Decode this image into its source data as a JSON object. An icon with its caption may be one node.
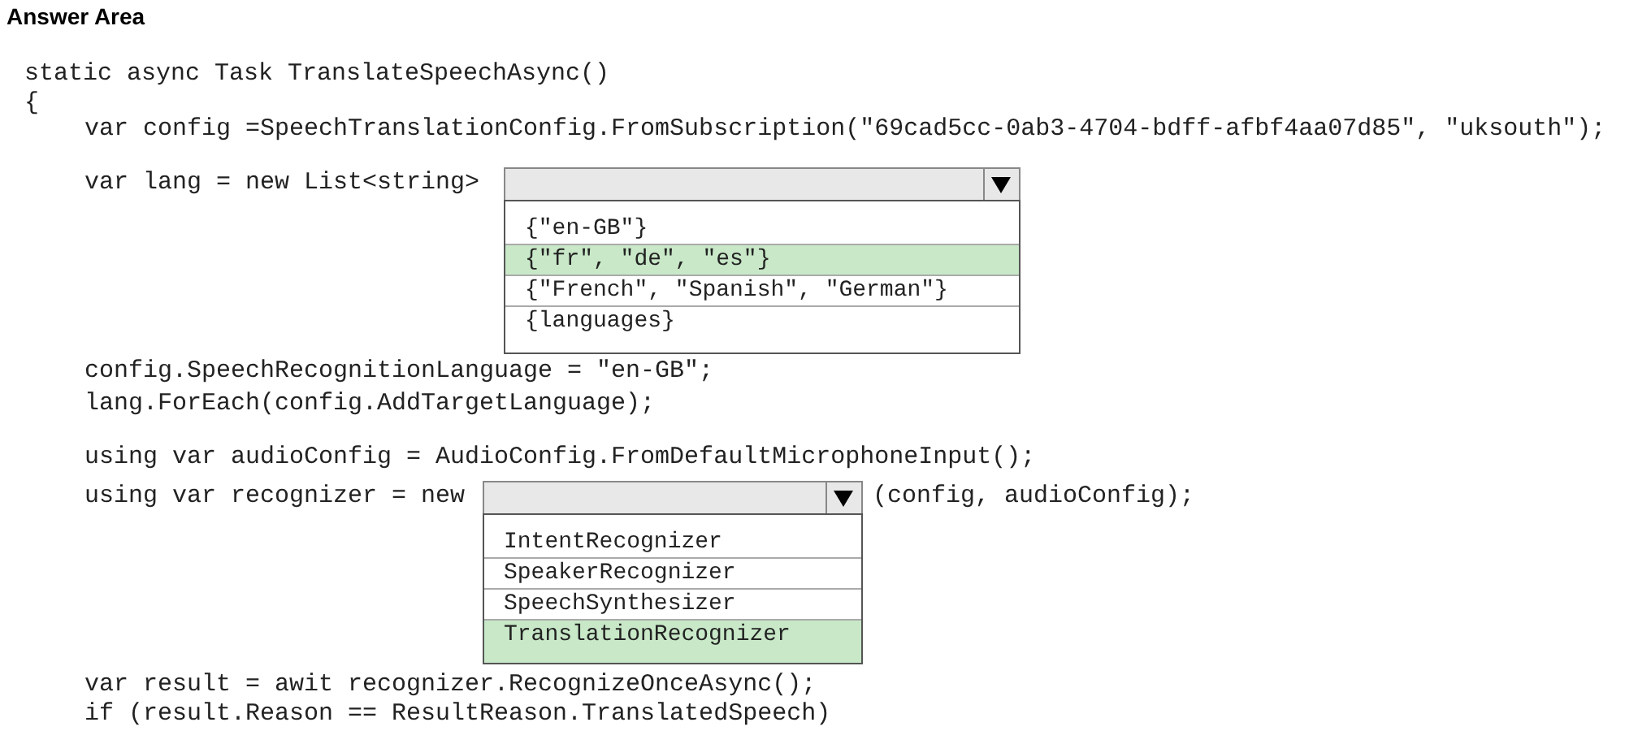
{
  "diagram": {
    "title": "Answer Area",
    "nodes": [
      {
        "text": [],
        "shape": "box"
      },
      {
        "text": [
          "{\"en-GB\"}",
          "{\"fr\", \"de\", \"es\"}",
          "{\"French\", \"Spanish\", \"German\"}",
          "{languages}"
        ]
      },
      {
        "text": [],
        "shape": "box"
      },
      {
        "text": [
          "IntentRecognizer",
          "SpeakerRecognizer",
          "SpeechSynthesizer",
          "TranslationRecognizer"
        ]
      }
    ],
    "edges": [],
    "labels": [
      "static async Task TranslateSpeechAsync()",
      "{",
      "var config =SpeechTranslationConfig.FromSubscription(\"69cad5cc-0ab3-4704-bdff-afbf4aa07d85\", \"uksouth\");",
      "var lang = new List<string>",
      "config.SpeechRecognitionLanguage = \"en-GB\";",
      "lang.ForEach(config.AddTargetLanguage);",
      "using var audioConfig = AudioConfig.FromDefaultMicrophoneInput();",
      "using var recognizer = new",
      "(config, audioConfig);",
      "var result = awit recognizer.RecognizeOnceAsync();",
      "if (result.Reason == ResultReason.TranslatedSpeech)"
    ]
  }
}
